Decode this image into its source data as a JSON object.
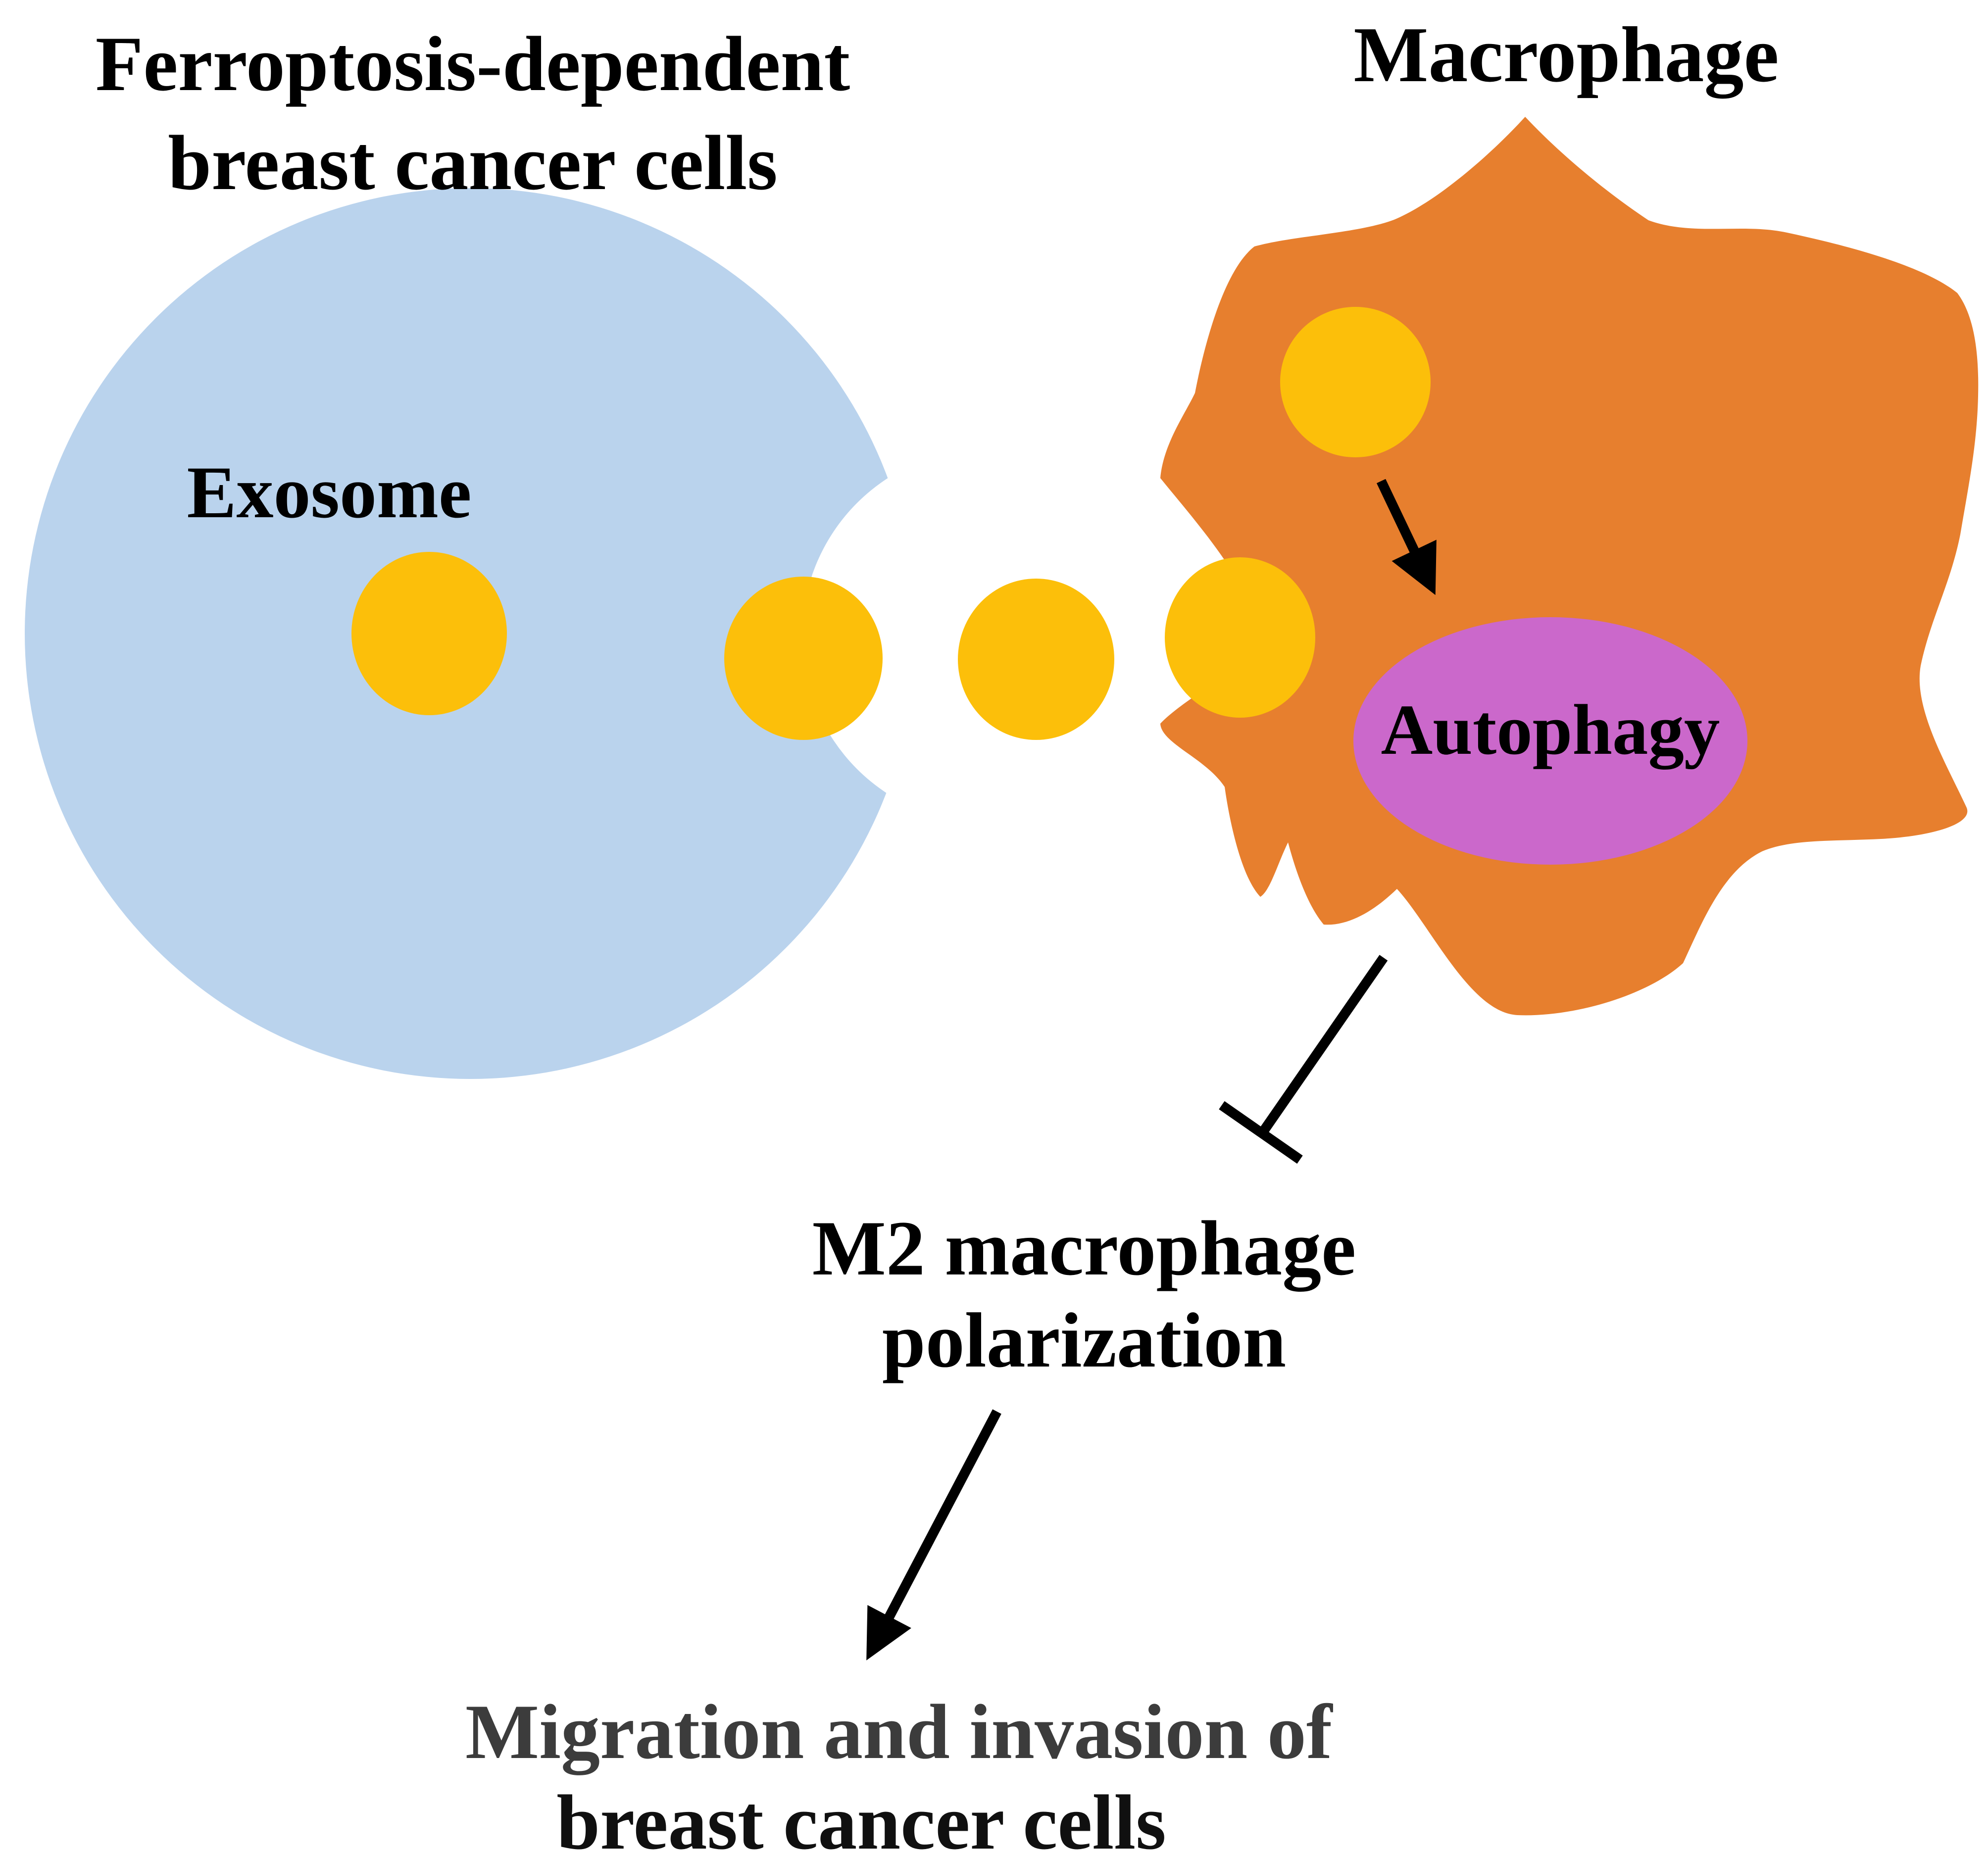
{
  "canvas": {
    "background": "#ffffff"
  },
  "cancer_cell": {
    "title_line1": "Ferroptosis-dependent",
    "title_line2": "breast cancer cells",
    "fill": "#bad3ed",
    "exosome_label": "Exosome"
  },
  "macrophage": {
    "title": "Macrophage",
    "fill": "#e77f2e"
  },
  "autophagy": {
    "label": "Autophagy",
    "fill": "#cb68cb"
  },
  "exosome": {
    "fill": "#fcbf0a",
    "count": 5
  },
  "m2_polarization": {
    "line1": "M2 macrophage",
    "line2": "polarization"
  },
  "outcome": {
    "line1": "Migration and invasion of",
    "line2": "breast cancer cells",
    "line1_color": "#3c3c3c",
    "line2_color": "#101010"
  },
  "arrows": {
    "color": "#000000"
  }
}
